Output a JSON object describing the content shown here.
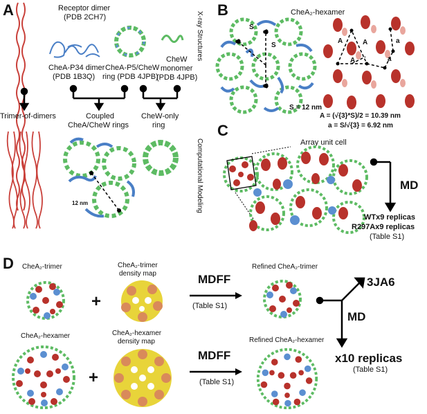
{
  "panels": {
    "a": "A",
    "b": "B",
    "c": "C",
    "d": "D"
  },
  "panel_a": {
    "receptor_dimer": "Receptor dimer",
    "receptor_pdb": "(PDB 2CH7)",
    "chea_p34": "CheA-P34 dimer",
    "chea_p34_pdb": "(PDB 1B3Q)",
    "chea_p5": "CheA-P5/CheW",
    "chea_p5_pdb": "ring (PDB 4JPB)",
    "chew": "CheW",
    "chew_mono": "monomer",
    "chew_pdb": "(PDB 4JPB)",
    "xray": "X-ray Structures",
    "trimer": "Trimer-of-dimers",
    "coupled": "Coupled",
    "coupled2": "CheA/CheW rings",
    "chew_only": "CheW-only",
    "ring": "ring",
    "comp": "Computational Modeling",
    "scale": "12 nm"
  },
  "panel_b": {
    "title": "CheA₂-hexamer",
    "s_eq": "S = 12 nm",
    "a_eq": "A = (√{3}*S)/2 = 10.39 nm",
    "a2_eq": "a = S/√{3} = 6.92 nm",
    "s": "S",
    "A": "A",
    "a": "a"
  },
  "panel_c": {
    "unit_cell": "Array unit cell",
    "md": "MD",
    "wt": "WTx9 replicas",
    "r297": "R297Ax9 replicas",
    "table": "(Table S1)"
  },
  "panel_d": {
    "trimer": "CheA₂-trimer",
    "trimer_map": "CheA₂-trimer",
    "trimer_map2": "density map",
    "hexamer": "CheA₂-hexamer",
    "hexamer_map": "CheA₂-hexamer",
    "hexamer_map2": "density map",
    "mdff": "MDFF",
    "table": "(Table S1)",
    "refined_trimer": "Refined CheA₂-trimer",
    "refined_hexamer": "Refined CheA₂-hexamer",
    "pdb": "3JA6",
    "md": "MD",
    "replicas": "x10 replicas",
    "table2": "(Table S1)",
    "plus": "+"
  },
  "colors": {
    "receptor": "#d9534f",
    "chea": "#5b8fd1",
    "chew": "#5dbb63",
    "density": "#e8d43a",
    "dark_red": "#b02a23"
  }
}
